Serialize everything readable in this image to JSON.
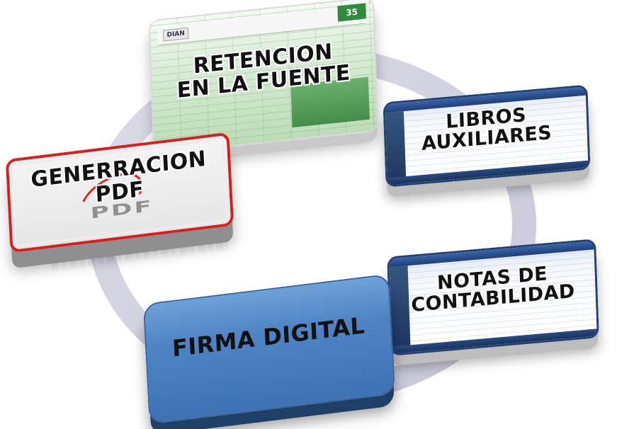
{
  "diagram": {
    "type": "cycle",
    "colors": {
      "ring": "#cfcfe0",
      "firma_key": "#4f85c4",
      "pdf_border": "#d81e1e",
      "form_green": "#2f8a3c",
      "window_blue": "#24406e"
    },
    "steps": [
      {
        "id": "retencion",
        "lines": [
          "RETENCION",
          "EN LA FUENTE"
        ]
      },
      {
        "id": "libros",
        "lines": [
          "LIBROS",
          "AUXILIARES"
        ]
      },
      {
        "id": "notas",
        "lines": [
          "NOTAS DE",
          "CONTABILIDAD"
        ]
      },
      {
        "id": "firma",
        "lines": [
          "FIRMA DIGITAL"
        ]
      },
      {
        "id": "pdf",
        "lines": [
          "GENERRACION",
          "PDF"
        ]
      }
    ],
    "retencion_form": {
      "logo": "DIAN",
      "badge": "35"
    },
    "pdf_tile": {
      "ghost_text": "PDF"
    }
  }
}
